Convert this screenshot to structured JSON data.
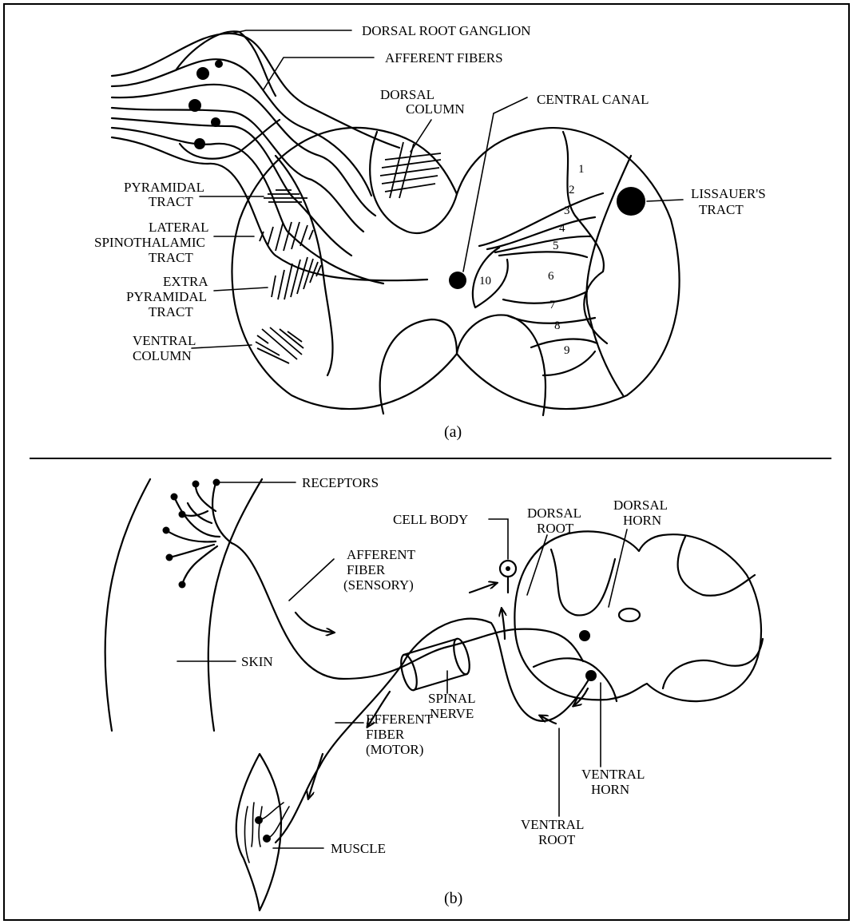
{
  "panel_a": {
    "caption": "(a)",
    "labels": {
      "dorsal_root_ganglion": "DORSAL ROOT GANGLION",
      "afferent_fibers": "AFFERENT FIBERS",
      "dorsal_column_1": "DORSAL",
      "dorsal_column_2": "COLUMN",
      "central_canal": "CENTRAL CANAL",
      "pyramidal_tract_1": "PYRAMIDAL",
      "pyramidal_tract_2": "TRACT",
      "lateral_spinothalamic_1": "LATERAL",
      "lateral_spinothalamic_2": "SPINOTHALAMIC",
      "lateral_spinothalamic_3": "TRACT",
      "extra_pyramidal_1": "EXTRA",
      "extra_pyramidal_2": "PYRAMIDAL",
      "extra_pyramidal_3": "TRACT",
      "ventral_column_1": "VENTRAL",
      "ventral_column_2": "COLUMN",
      "lissauers_1": "LISSAUER'S",
      "lissauers_2": "TRACT"
    },
    "laminae": [
      "1",
      "2",
      "3",
      "4",
      "5",
      "6",
      "7",
      "8",
      "9",
      "10"
    ]
  },
  "panel_b": {
    "caption": "(b)",
    "labels": {
      "receptors": "RECEPTORS",
      "cell_body": "CELL BODY",
      "dorsal_root_1": "DORSAL",
      "dorsal_root_2": "ROOT",
      "dorsal_horn_1": "DORSAL",
      "dorsal_horn_2": "HORN",
      "afferent_1": "AFFERENT",
      "afferent_2": "FIBER",
      "afferent_3": "(SENSORY)",
      "skin": "SKIN",
      "spinal_nerve_1": "SPINAL",
      "spinal_nerve_2": "NERVE",
      "efferent_1": "EFFERENT",
      "efferent_2": "FIBER",
      "efferent_3": "(MOTOR)",
      "ventral_horn_1": "VENTRAL",
      "ventral_horn_2": "HORN",
      "ventral_root_1": "VENTRAL",
      "ventral_root_2": "ROOT",
      "muscle": "MUSCLE"
    }
  }
}
